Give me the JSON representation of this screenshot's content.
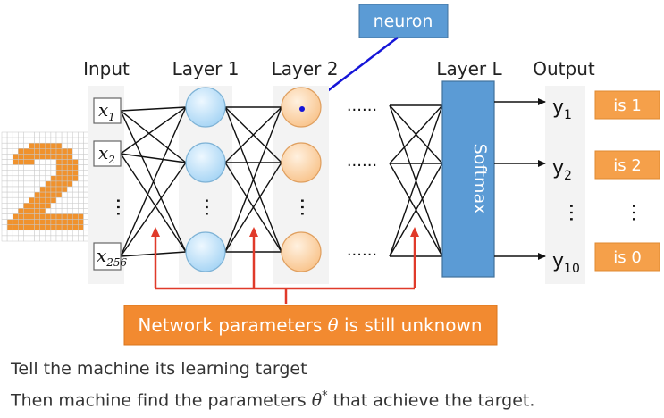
{
  "headers": {
    "input": "Input",
    "layer1": "Layer 1",
    "layer2": "Layer 2",
    "layerL": "Layer L",
    "output": "Output"
  },
  "neuron_label": "neuron",
  "inputs": {
    "x1": "x",
    "x1_sub": "1",
    "x2": "x",
    "x2_sub": "2",
    "x256": "x",
    "x256_sub": "256"
  },
  "softmax_label": "Softmax",
  "outputs": [
    {
      "name": "y",
      "sub": "1",
      "result": "is 1"
    },
    {
      "name": "y",
      "sub": "2",
      "result": "is 2"
    },
    {
      "name": "y",
      "sub": "10",
      "result": "is 0"
    }
  ],
  "ellipsis": "......",
  "params_box": {
    "prefix": "Network parameters ",
    "symbol": "θ",
    "suffix": " is still unknown"
  },
  "caption": {
    "line1": "Tell the machine its learning target",
    "line2_prefix": "Then machine find the parameters ",
    "line2_symbol": "θ",
    "line2_sup": "*",
    "line2_suffix": " that achieve the target."
  },
  "colors": {
    "params_box": "#f28a30",
    "result_box": "#f5a04a",
    "softmax": "#5b9bd5",
    "neuron_box": "#5b9bd5",
    "layer1_node": "#c6e6fb",
    "layer2_node": "#fddcb8",
    "digit": "#f0922d",
    "arrow_red": "#e03a2a",
    "arrow_blue": "#1515d8"
  }
}
